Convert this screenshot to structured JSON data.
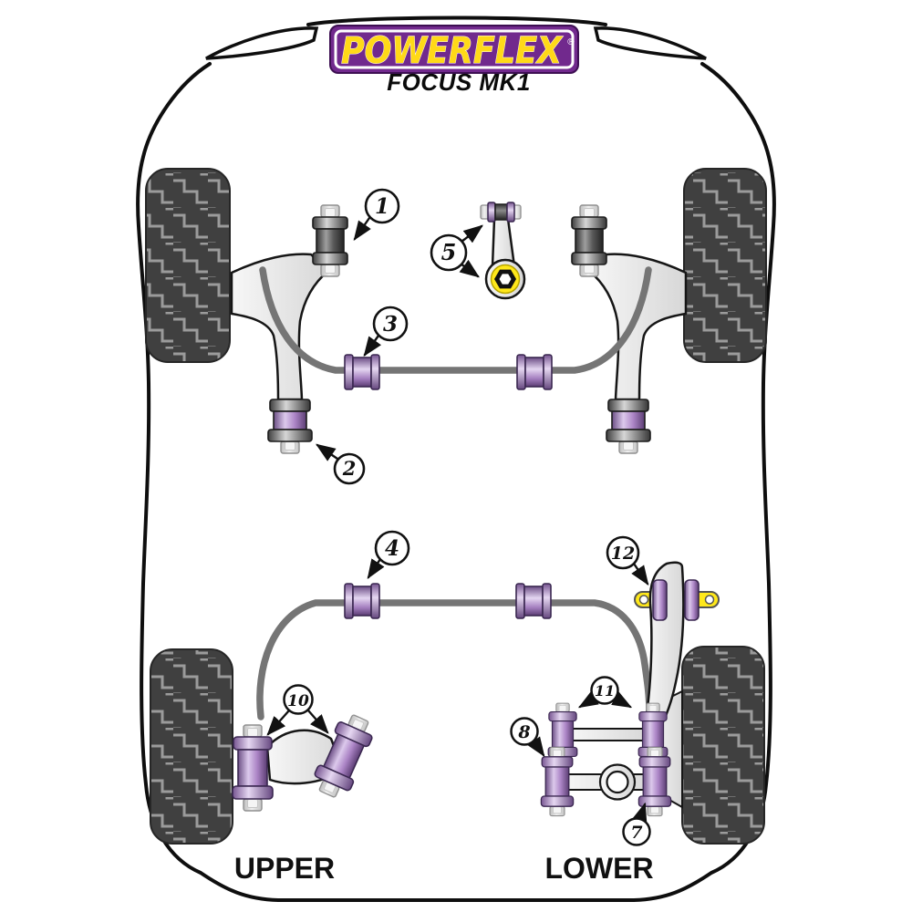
{
  "brand": {
    "logo_text": "POWERFLEX",
    "registered_mark": "®",
    "vehicle_model": "FOCUS MK1"
  },
  "labels": {
    "upper": "UPPER",
    "lower": "LOWER"
  },
  "callouts": {
    "c1": "1",
    "c2": "2",
    "c3": "3",
    "c4": "4",
    "c5": "5",
    "c7": "7",
    "c8": "8",
    "c10": "10",
    "c11": "11",
    "c12": "12"
  },
  "colors": {
    "brand_purple": "#71298d",
    "brand_yellow": "#ffd918",
    "bushing_purple": "#9a74b8",
    "part_yellow": "#ffe81a",
    "arm_gray": "#e9e9e9",
    "tire_gray": "#404040",
    "outline_black": "#111111"
  }
}
